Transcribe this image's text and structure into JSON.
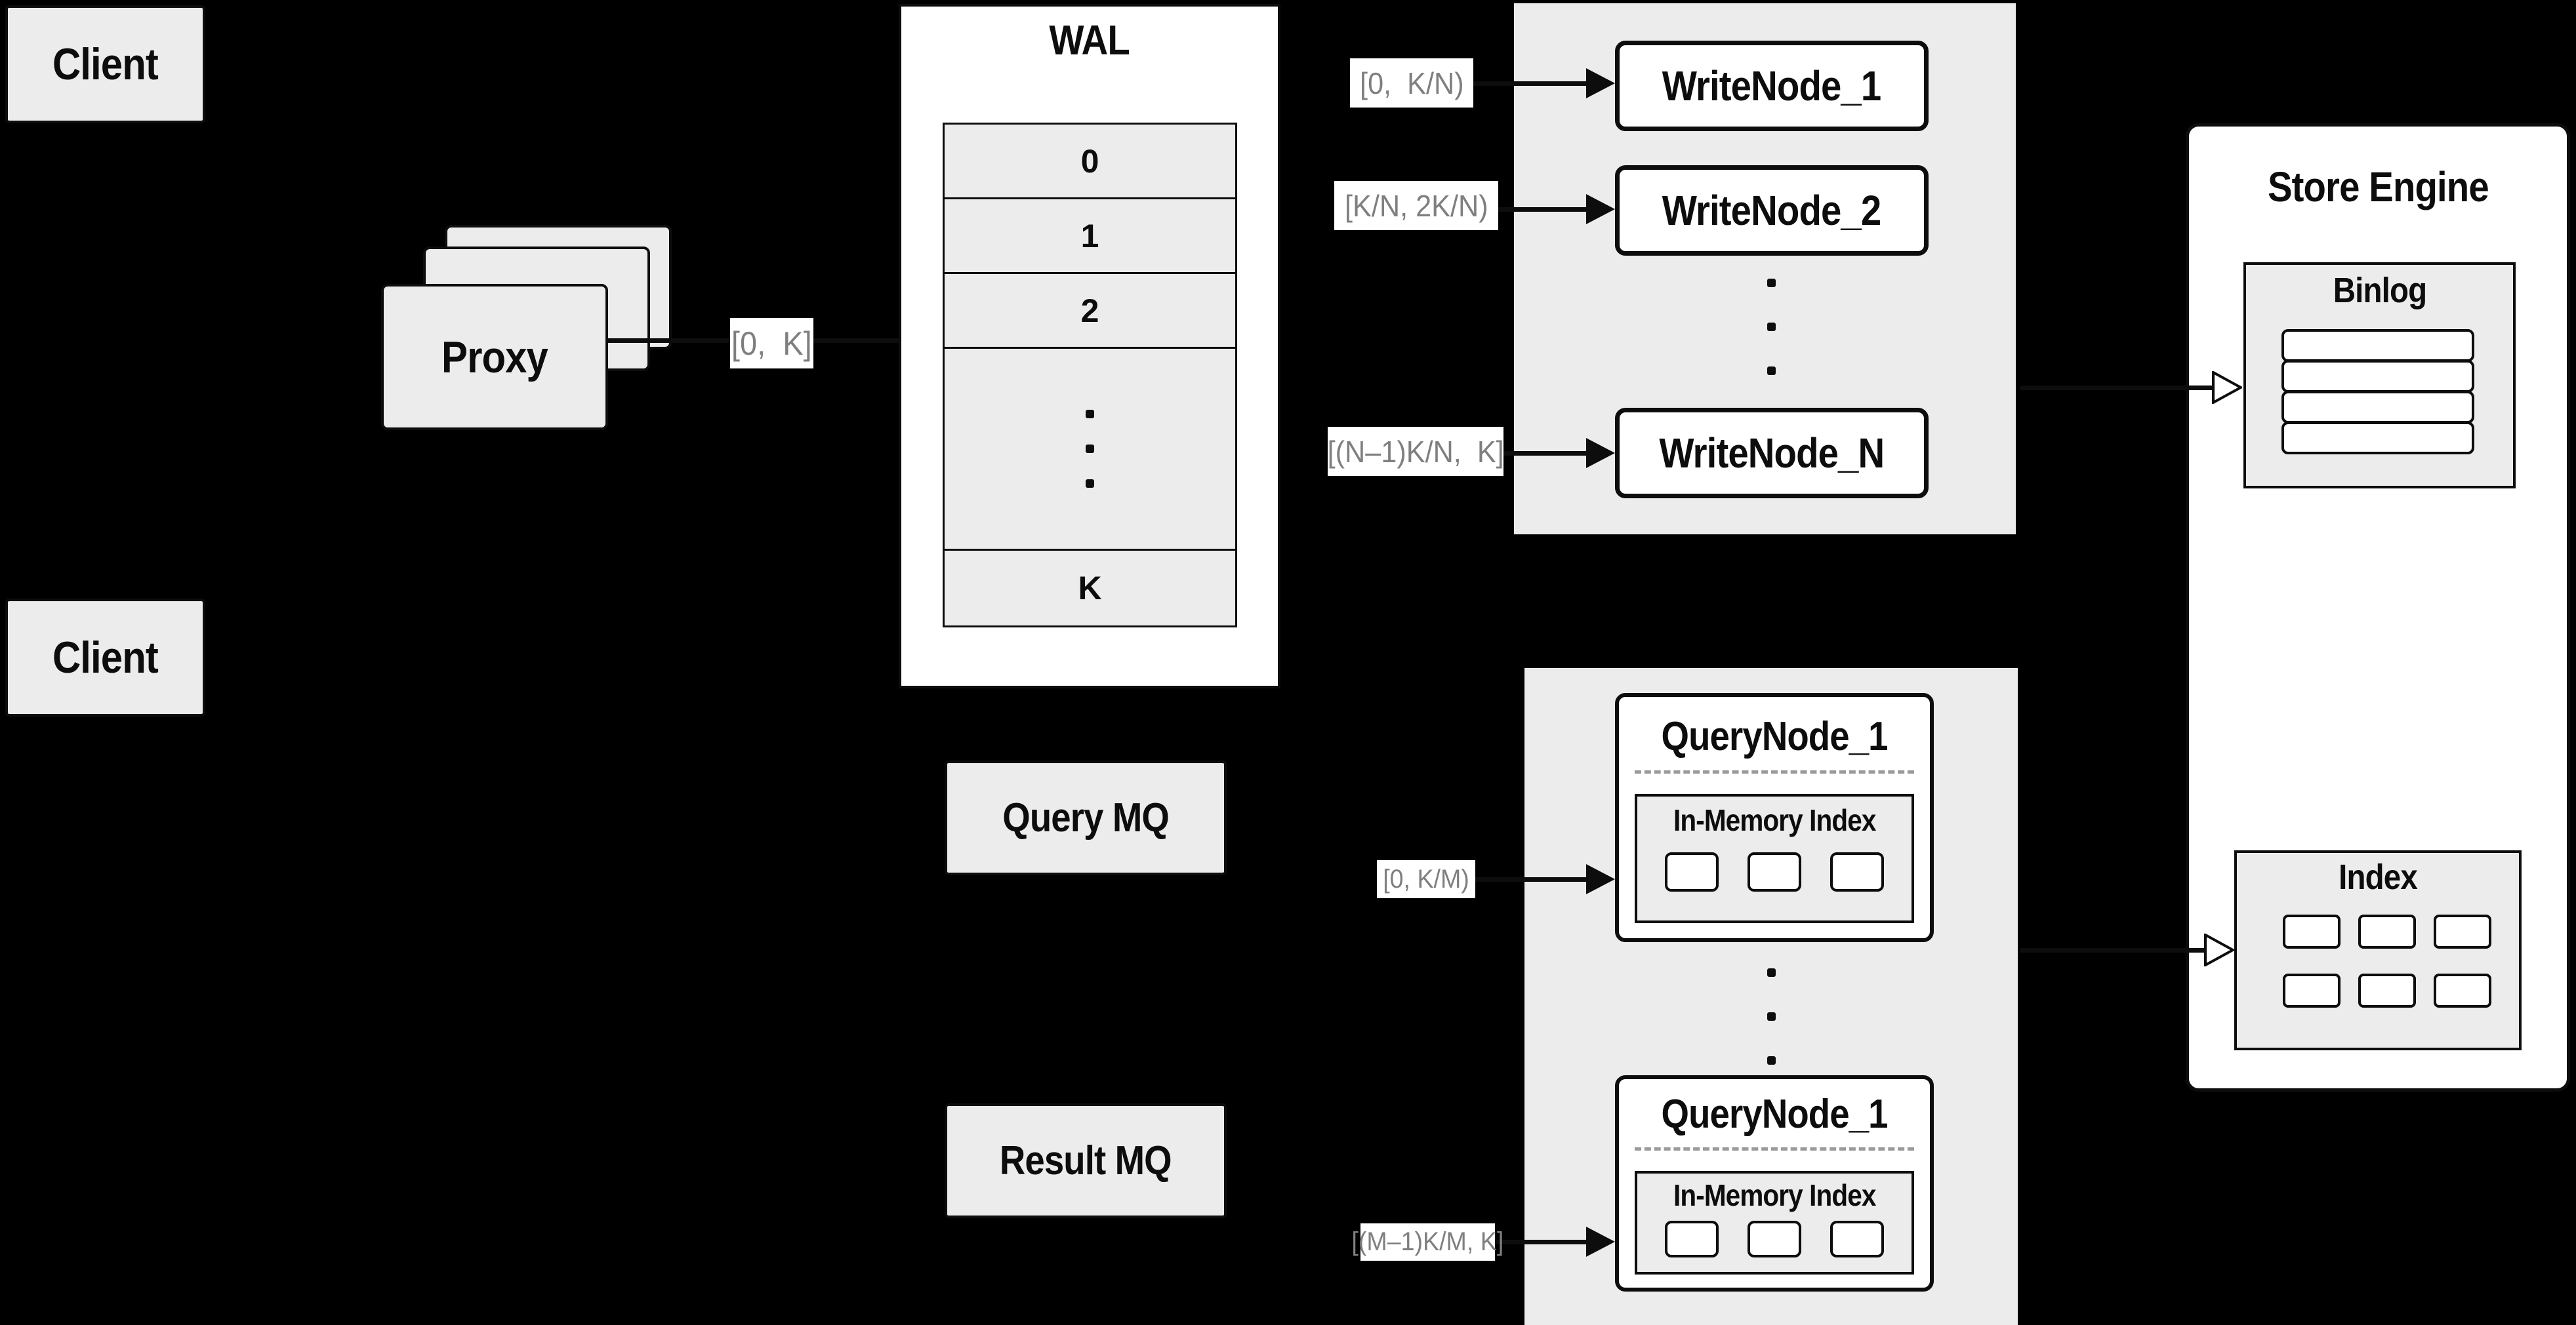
{
  "colors": {
    "background": "#000000",
    "panel_gray": "#ececec",
    "node_white": "#ffffff",
    "line_black": "#0d0d0d",
    "label_gray": "#7f7f7f",
    "dash_gray": "#9a9a9a"
  },
  "clients": {
    "top": "Client",
    "bottom": "Client"
  },
  "proxy": {
    "label": "Proxy"
  },
  "wal": {
    "title": "WAL",
    "segments": [
      "0",
      "1",
      "2"
    ],
    "last_segment": "K"
  },
  "flow_labels": {
    "proxy_to_wal": "[0,  K]",
    "wal_to_write": [
      "[0,  K/N)",
      "[K/N, 2K/N)",
      "[(N–1)K/N,  K]"
    ],
    "query": [
      "[0, K/M)",
      "[(M–1)K/M, K]"
    ]
  },
  "write_section": {
    "nodes": [
      "WriteNode_1",
      "WriteNode_2",
      "WriteNode_N"
    ]
  },
  "query_section": {
    "query_mq": "Query MQ",
    "result_mq": "Result MQ",
    "nodes": [
      {
        "title": "QueryNode_1",
        "inner_title": "In-Memory Index"
      },
      {
        "title": "QueryNode_1",
        "inner_title": "In-Memory Index"
      }
    ]
  },
  "store_engine": {
    "title": "Store Engine",
    "binlog_title": "Binlog",
    "index_title": "Index"
  }
}
